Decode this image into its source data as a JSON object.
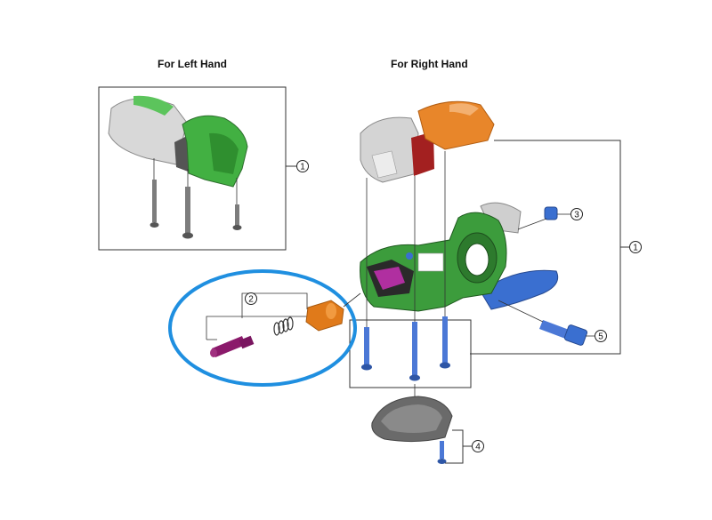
{
  "headings": {
    "left_hand": "For Left Hand",
    "right_hand": "For Right Hand"
  },
  "callouts": [
    {
      "id": "callout-1-left",
      "label": "1"
    },
    {
      "id": "callout-1-right",
      "label": "1"
    },
    {
      "id": "callout-2",
      "label": "2"
    },
    {
      "id": "callout-3",
      "label": "3"
    },
    {
      "id": "callout-4",
      "label": "4"
    },
    {
      "id": "callout-5",
      "label": "5"
    }
  ],
  "colors": {
    "green": "#3aa63a",
    "dark_green": "#2d6e2d",
    "orange": "#e07a1a",
    "red": "#a32020",
    "silver": "#c8c8c8",
    "blue": "#3a6fd0",
    "purple": "#8b1a6b",
    "highlight_ring": "#1f8fe0"
  }
}
